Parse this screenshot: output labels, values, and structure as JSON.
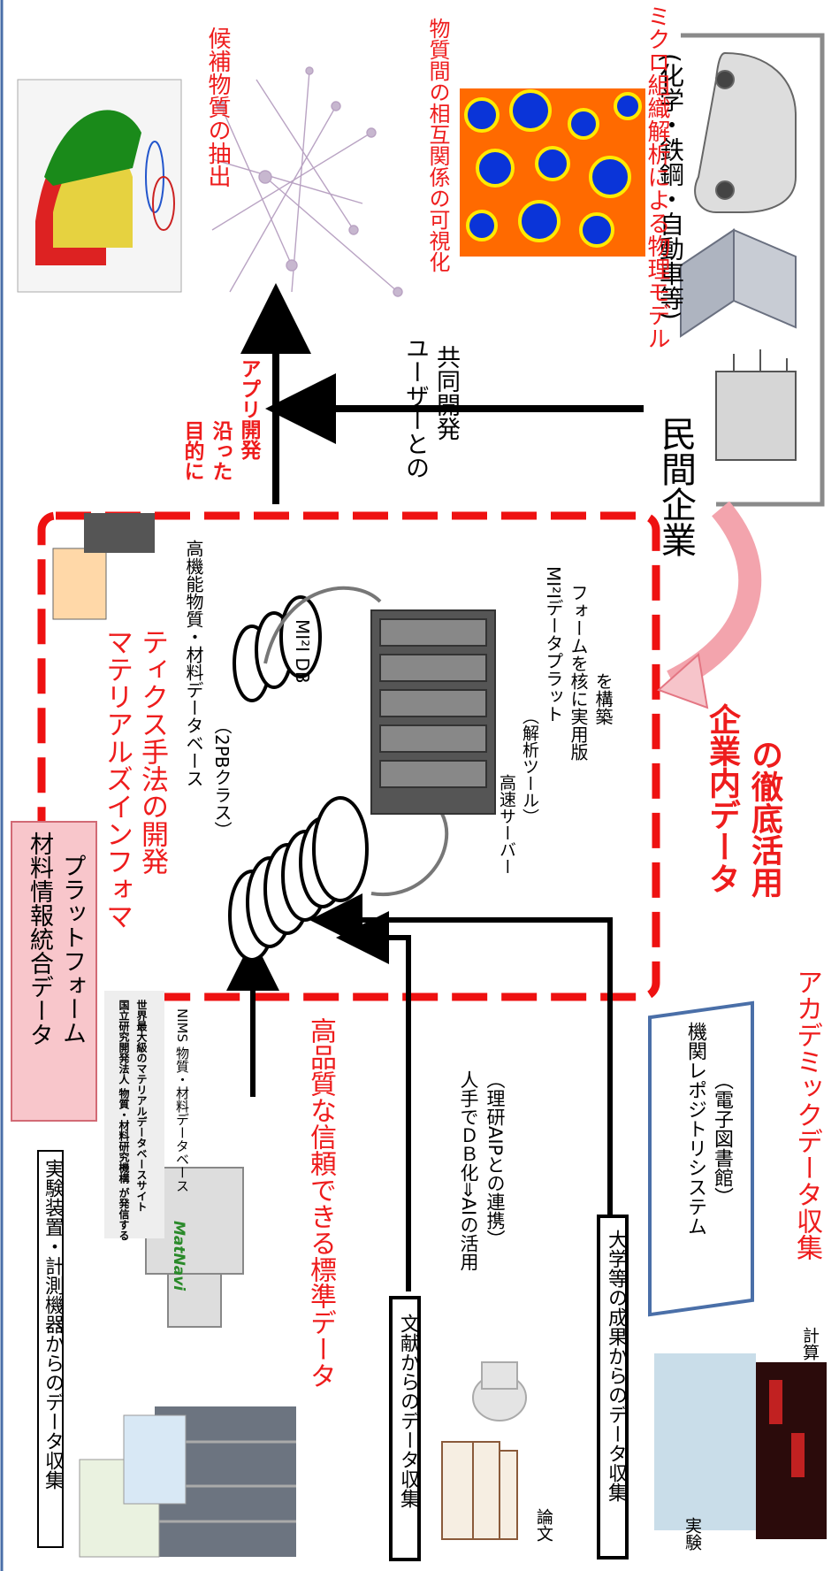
{
  "left": {
    "exp_title": "実験装置・計測機器からのデータ収集",
    "lit_title": "文献からのデータ収集",
    "univ_title": "大学等の成果からのデータ収集",
    "paper_label": "論文",
    "exp_label": "実験",
    "calc_label": "計算",
    "ai_text_1": "人手でＤＢ化⇒AIの活用",
    "ai_text_2": "（理研AIPとの連携）",
    "repo_1": "機関レポジトリシステム",
    "repo_2": "（電子図書館）",
    "standard_data": "高品質な信頼できる標準データ",
    "academic_data": "アカデミックデータ収集"
  },
  "matnavi": {
    "logo": "MatNavi",
    "banner_1": "国立研究開発法人 物質・材料研究機構 が発信する",
    "banner_2": "世界最大級のマテリアルデータベースサイト",
    "caption": "NIMS 物質・材料データベース"
  },
  "platform": {
    "title_1": "材料情報統合データ",
    "title_2": "プラットフォーム",
    "mi_1": "マテリアルズインフォマ",
    "mi_2": "ティクス手法の開発",
    "db_caption_1": "高機能物質・材料データベース",
    "db_caption_2": "（2PBクラス）",
    "mi2i_db": "MI²I DB",
    "server_1": "高速サーバー",
    "server_2": "（解析ツール）",
    "mi2i_1": "MI²Iデータプラット",
    "mi2i_2": "フォームを核に実用版",
    "mi2i_3": "を構築"
  },
  "right": {
    "app_1": "目的に",
    "app_2": "沿った",
    "app_3": "アプリ開発",
    "co_1": "ユーザーとの",
    "co_2": "共同開発",
    "company_main": "民間企業",
    "company_sub": "(化学・鉄鋼・自動車等)",
    "candidate": "候補物質の抽出",
    "relation": "物質間の相互関係の可視化",
    "micro": "ミクロ組織解析による物理モデル",
    "internal_1": "企業内データ",
    "internal_2": "の徹底活用"
  }
}
